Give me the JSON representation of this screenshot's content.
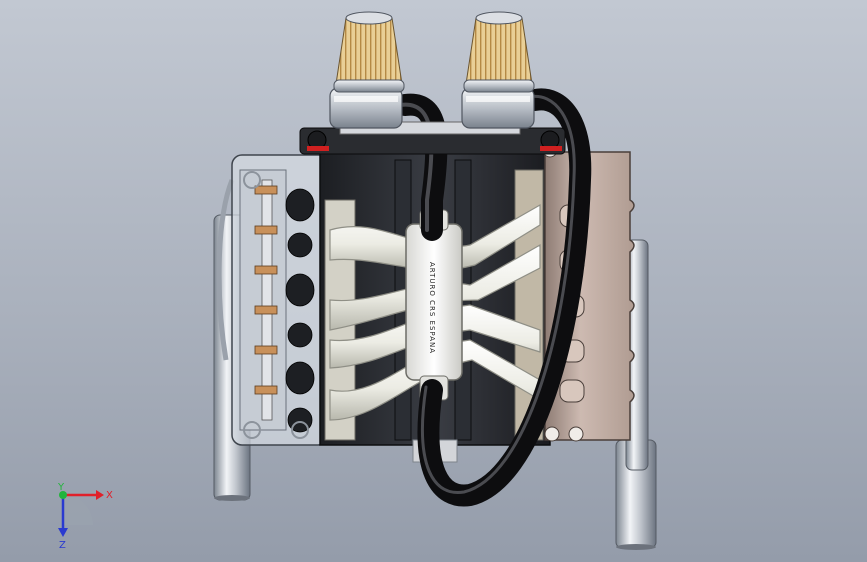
{
  "viewport": {
    "background_top": "#c2c8d2",
    "background_bottom": "#949caa",
    "model": {
      "intake_label": "ARTURO CRS ESPANA",
      "accent_red": "#d02020",
      "hose_color": "#111111",
      "filter_color": "#e8c989",
      "head_color": "#c8b5ac"
    },
    "triad": {
      "x_label": "X",
      "y_label": "Y",
      "z_label": "Z",
      "x_color": "#e0202a",
      "y_color": "#22b43c",
      "z_color": "#2a3ad0"
    }
  }
}
